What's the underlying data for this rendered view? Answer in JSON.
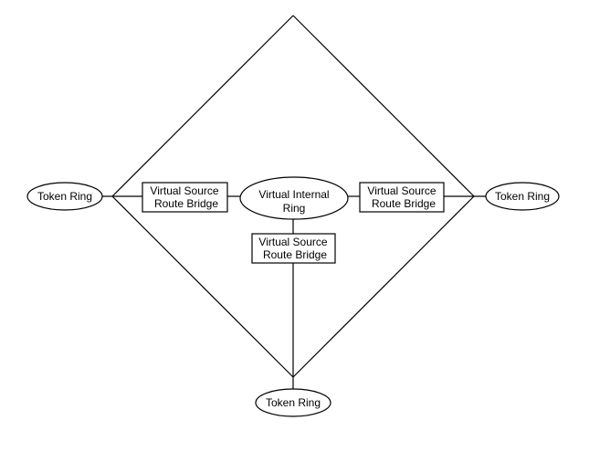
{
  "diagram": {
    "type": "network-topology",
    "nodes": {
      "left_ring": {
        "label": "Token Ring",
        "kind": "token-ring"
      },
      "right_ring": {
        "label": "Token Ring",
        "kind": "token-ring"
      },
      "bottom_ring": {
        "label": "Token Ring",
        "kind": "token-ring"
      },
      "internal_ring": {
        "label_line1": "Virtual Internal",
        "label_line2": "Ring",
        "kind": "virtual-ring"
      },
      "left_bridge": {
        "label_line1": "Virtual Source",
        "label_line2": "Route Bridge",
        "kind": "bridge"
      },
      "right_bridge": {
        "label_line1": "Virtual Source",
        "label_line2": "Route Bridge",
        "kind": "bridge"
      },
      "bottom_bridge": {
        "label_line1": "Virtual Source",
        "label_line2": "Route Bridge",
        "kind": "bridge"
      }
    },
    "edges": [
      {
        "from": "left_ring",
        "to": "left_bridge"
      },
      {
        "from": "left_bridge",
        "to": "internal_ring"
      },
      {
        "from": "internal_ring",
        "to": "right_bridge"
      },
      {
        "from": "right_bridge",
        "to": "right_ring"
      },
      {
        "from": "internal_ring",
        "to": "bottom_bridge"
      },
      {
        "from": "bottom_bridge",
        "to": "bottom_ring"
      },
      {
        "from": "left_ring",
        "to": "right_ring",
        "via": "top"
      },
      {
        "from": "left_ring",
        "to": "bottom_ring"
      },
      {
        "from": "right_ring",
        "to": "bottom_ring"
      }
    ],
    "colors": {
      "stroke": "#000000",
      "fill": "#ffffff",
      "background": "#ffffff"
    }
  }
}
